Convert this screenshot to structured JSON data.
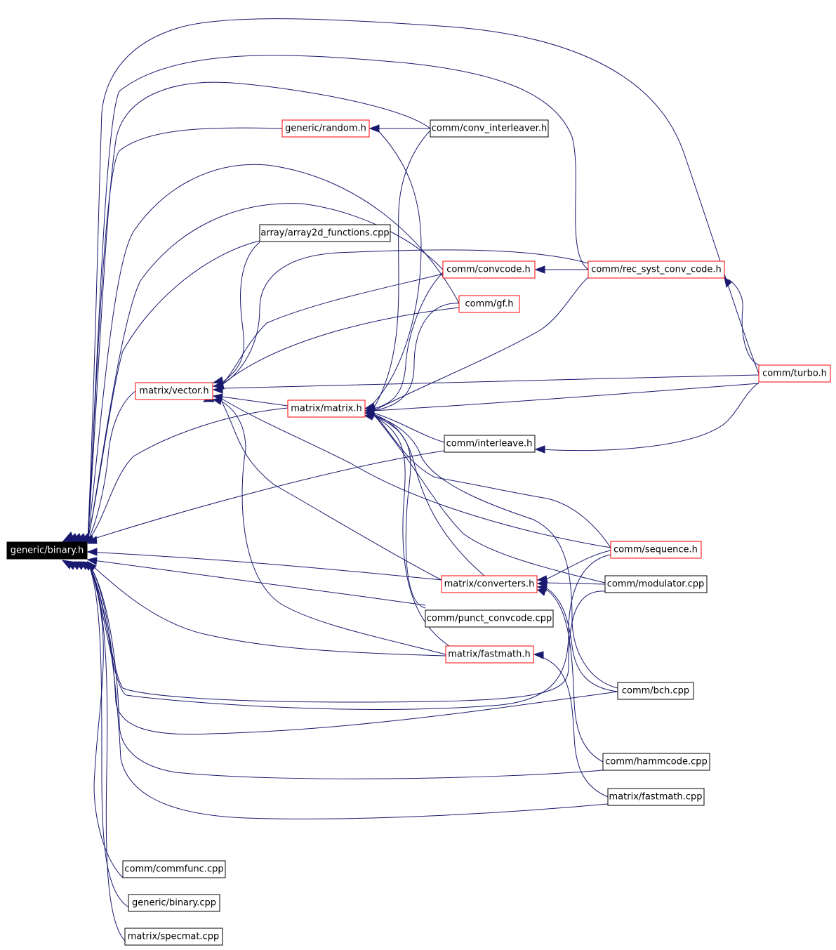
{
  "graph": {
    "edge_color": "#191970",
    "red_border_color": "#ff0000",
    "nodes": {
      "binary_h": "generic/binary.h",
      "random_h": "generic/random.h",
      "conv_interleaver_h": "comm/conv_interleaver.h",
      "array2d_functions_cpp": "array/array2d_functions.cpp",
      "convcode_h": "comm/convcode.h",
      "rec_syst_conv_code_h": "comm/rec_syst_conv_code.h",
      "gf_h": "comm/gf.h",
      "turbo_h": "comm/turbo.h",
      "vector_h": "matrix/vector.h",
      "matrix_h": "matrix/matrix.h",
      "interleave_h": "comm/interleave.h",
      "sequence_h": "comm/sequence.h",
      "converters_h": "matrix/converters.h",
      "modulator_cpp": "comm/modulator.cpp",
      "punct_convcode_cpp": "comm/punct_convcode.cpp",
      "fastmath_h": "matrix/fastmath.h",
      "bch_cpp": "comm/bch.cpp",
      "hammcode_cpp": "comm/hammcode.cpp",
      "fastmath_cpp": "matrix/fastmath.cpp",
      "commfunc_cpp": "comm/commfunc.cpp",
      "binary_cpp": "generic/binary.cpp",
      "specmat_cpp": "matrix/specmat.cpp"
    }
  }
}
